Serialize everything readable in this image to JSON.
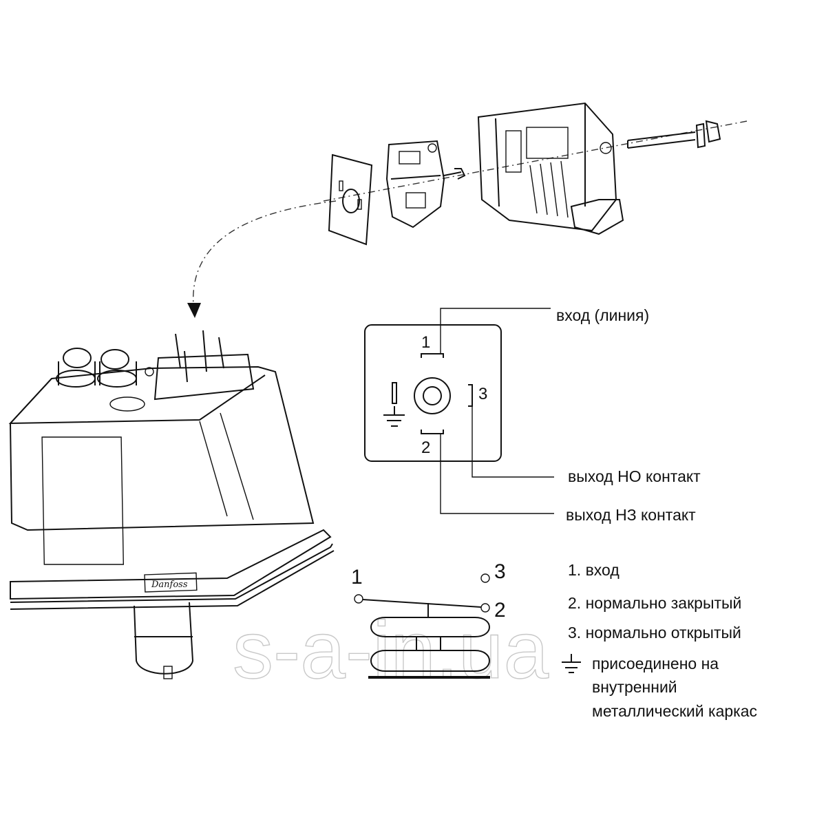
{
  "pin_diagram": {
    "pin1": "1",
    "pin2": "2",
    "pin3": "3",
    "label_input": "вход (линия)",
    "label_no": "выход НО контакт",
    "label_nc": "выход НЗ контакт"
  },
  "switch_diagram": {
    "t1": "1",
    "t2": "2",
    "t3": "3"
  },
  "legend": {
    "item1": "1. вход",
    "item2": "2. нормально закрытый",
    "item3": "3. нормально открытый",
    "ground_line1": "присоединено на",
    "ground_line2": "внутренний",
    "ground_line3": "металлический каркас"
  },
  "logo": "Danfoss",
  "watermark": "s-a-in.ua"
}
